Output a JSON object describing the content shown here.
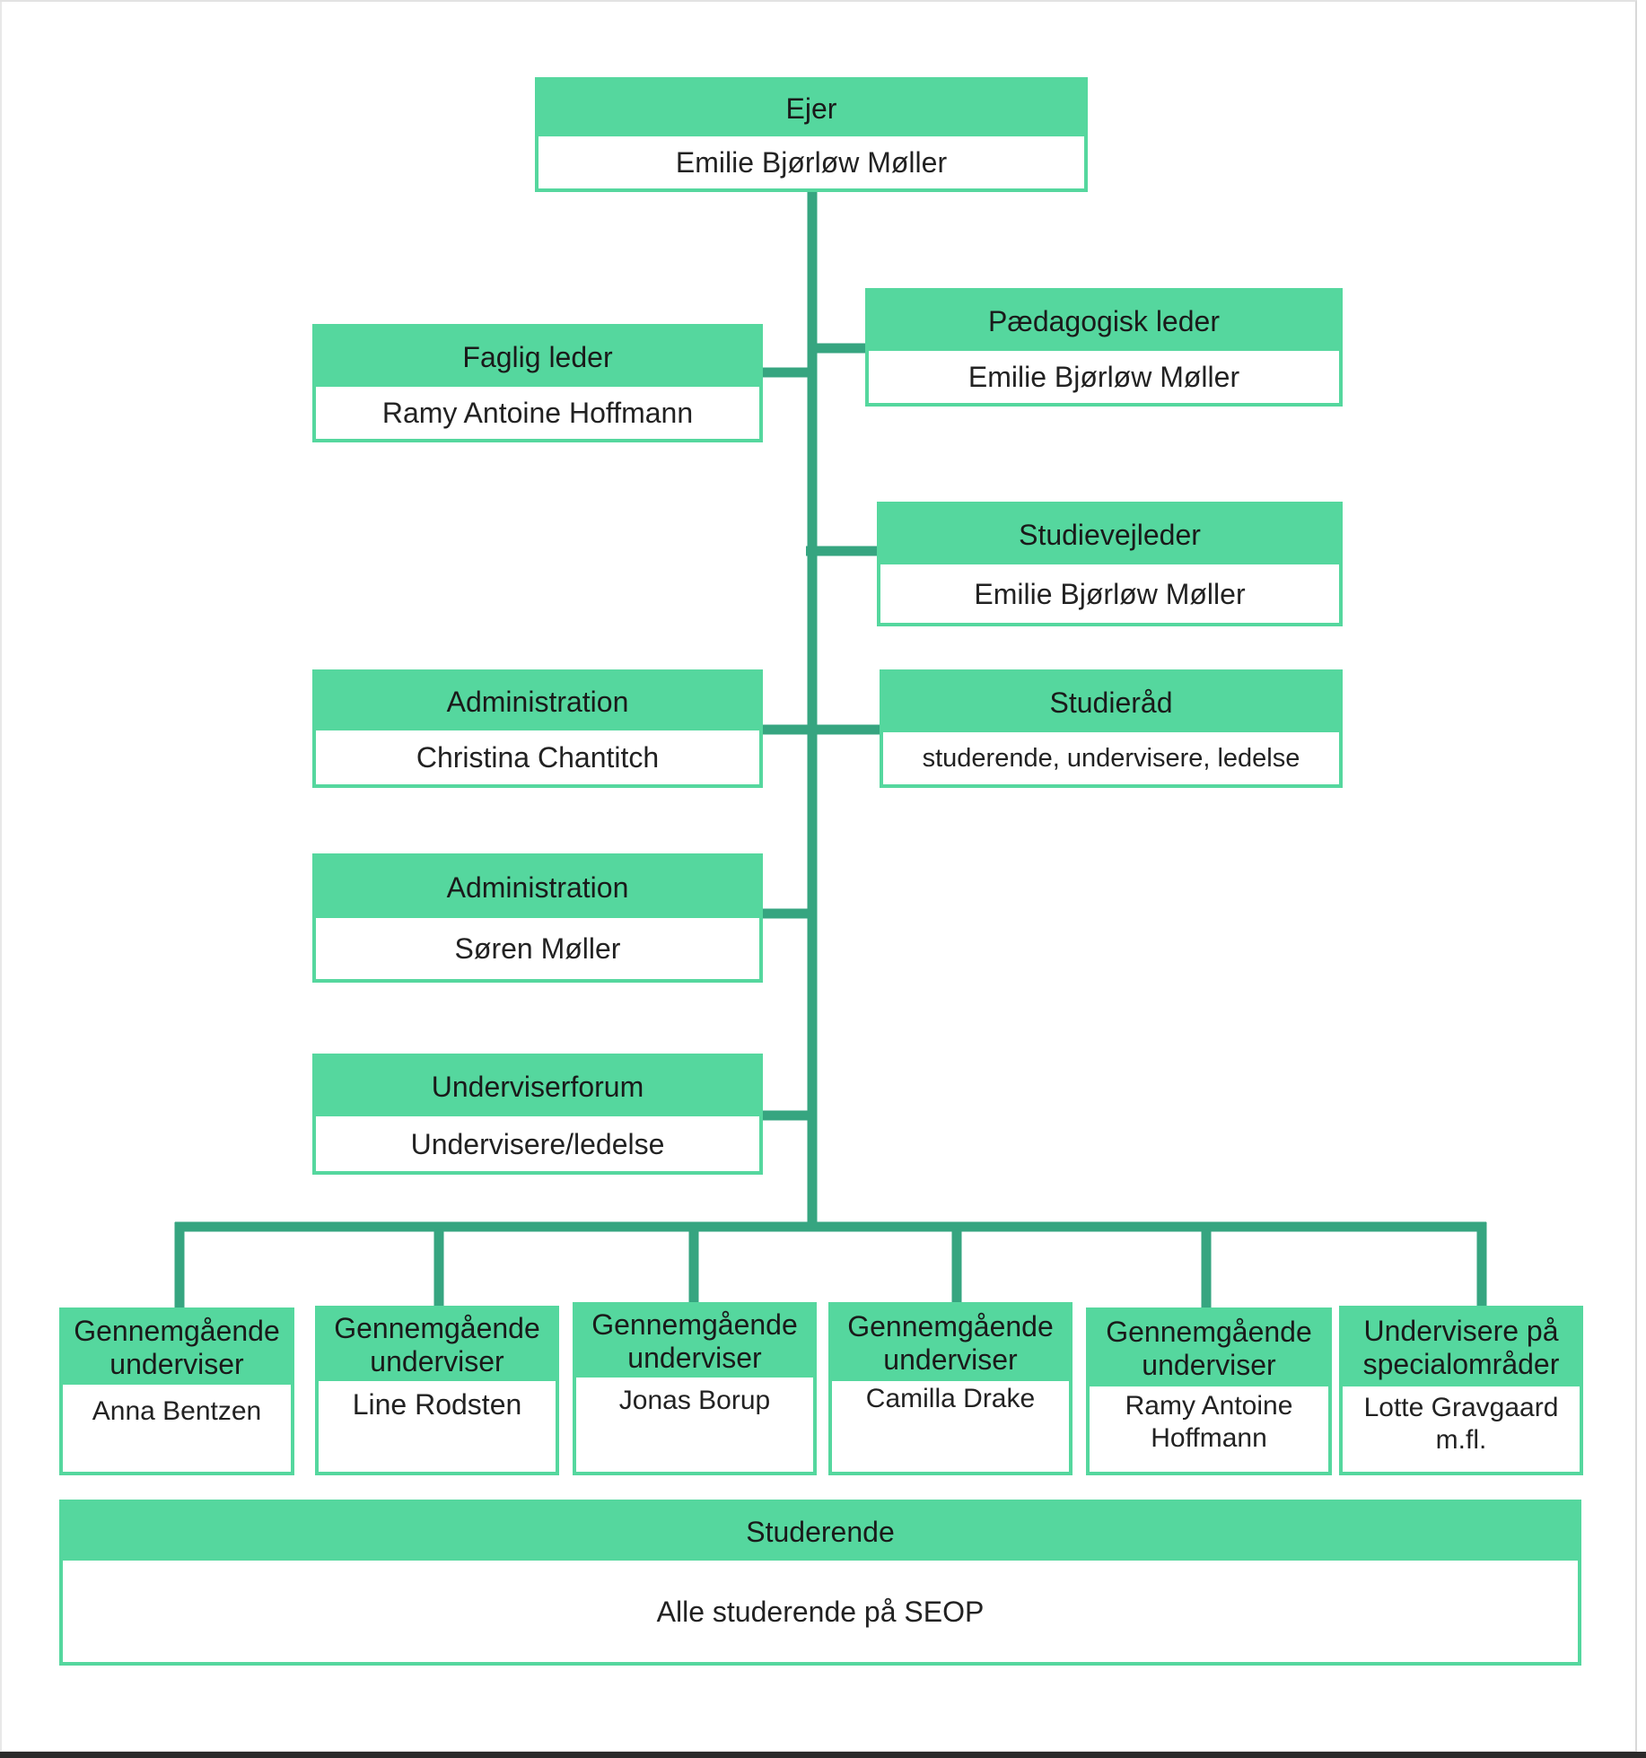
{
  "diagram": {
    "colors": {
      "header_fill": "#55d79e",
      "border": "#55d79e",
      "connector": "#36a580"
    },
    "owner": {
      "title": "Ejer",
      "name": "Emilie Bjørløw Møller"
    },
    "left_units": [
      {
        "title": "Faglig leder",
        "name": "Ramy Antoine Hoffmann"
      },
      {
        "title": "Administration",
        "name": "Christina Chantitch"
      },
      {
        "title": "Administration",
        "name": "Søren Møller"
      },
      {
        "title": "Underviserforum",
        "name": "Undervisere/ledelse"
      }
    ],
    "right_units": [
      {
        "title": "Pædagogisk leder",
        "name": "Emilie Bjørløw Møller"
      },
      {
        "title": "Studievejleder",
        "name": "Emilie Bjørløw Møller"
      },
      {
        "title": "Studieråd",
        "name": "studerende, undervisere, ledelse"
      }
    ],
    "teachers": [
      {
        "title": "Gennemgående underviser",
        "name": "Anna Bentzen"
      },
      {
        "title": "Gennemgående underviser",
        "name": "Line Rodsten"
      },
      {
        "title": "Gennemgående underviser",
        "name": "Jonas Borup"
      },
      {
        "title": "Gennemgående underviser",
        "name": "Camilla Drake"
      },
      {
        "title": "Gennemgående underviser",
        "name": "Ramy Antoine Hoffmann"
      },
      {
        "title": "Undervisere på specialområder",
        "name": "Lotte Gravgaard m.fl."
      }
    ],
    "students": {
      "title": "Studerende",
      "name": "Alle studerende på SEOP"
    }
  }
}
